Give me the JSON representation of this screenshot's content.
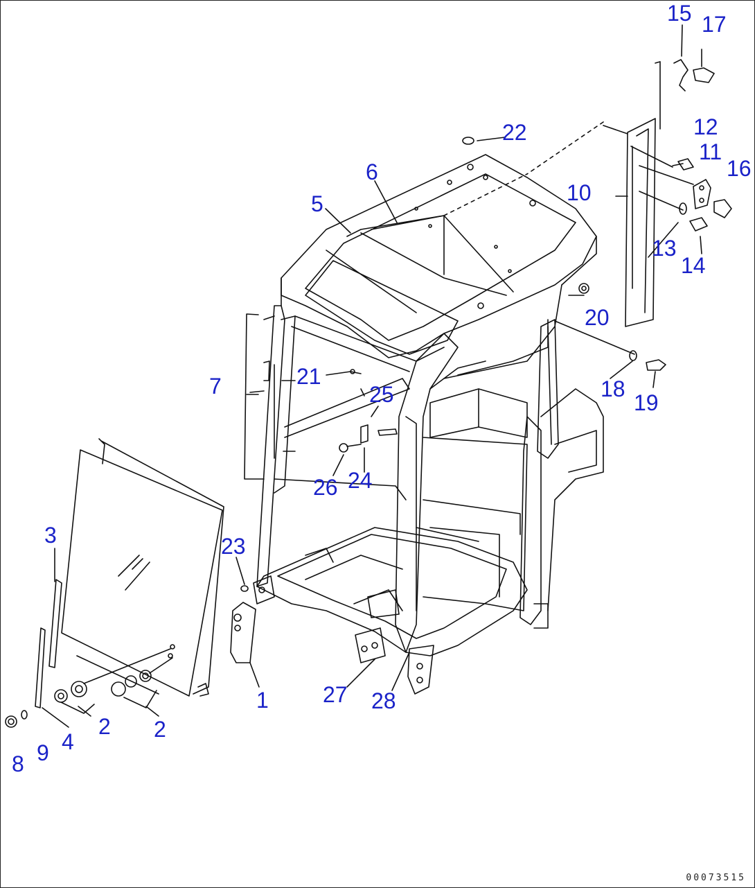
{
  "diagram": {
    "drawing_id": "00073515",
    "part_callouts": [
      "1",
      "2",
      "2",
      "3",
      "4",
      "5",
      "6",
      "7",
      "8",
      "9",
      "10",
      "11",
      "12",
      "13",
      "14",
      "15",
      "16",
      "17",
      "18",
      "19",
      "20",
      "21",
      "22",
      "23",
      "24",
      "25",
      "26",
      "27",
      "28"
    ]
  },
  "colors": {
    "callout": "#1a22c8",
    "linework": "#111111",
    "background": "#ffffff"
  }
}
